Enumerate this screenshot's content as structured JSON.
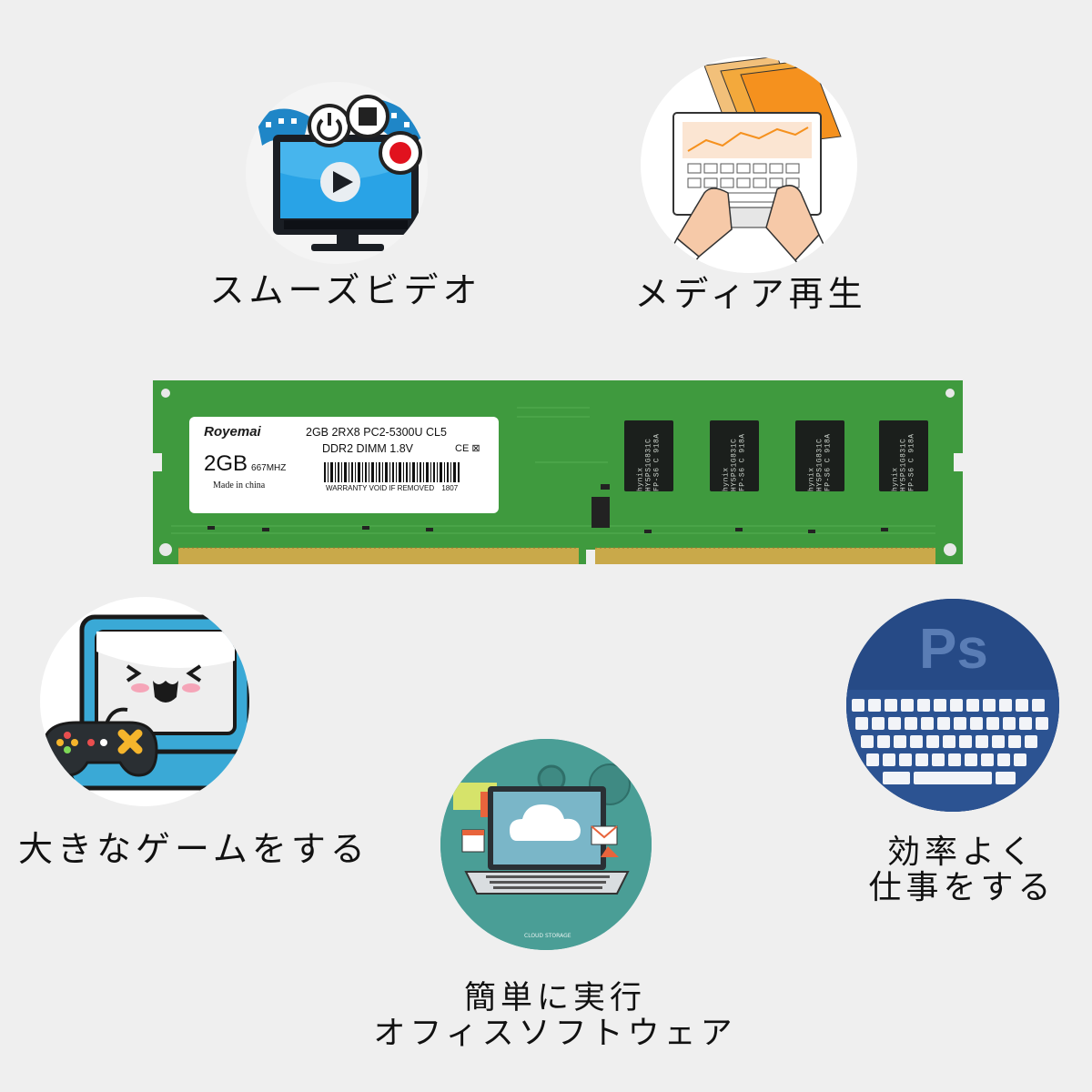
{
  "features": {
    "smooth_video": {
      "caption": "スムーズビデオ",
      "icon": "video-player-icon"
    },
    "media_playback": {
      "caption": "メディア再生",
      "icon": "laptop-typing-icon"
    },
    "big_games": {
      "caption": "大きなゲームをする",
      "icon": "game-console-icon"
    },
    "efficient_work": {
      "caption_line1": "効率よく",
      "caption_line2": "仕事をする",
      "icon": "photoshop-keyboard-icon"
    },
    "office_software": {
      "caption_line1": "簡単に実行",
      "caption_line2": "オフィスソフトウェア",
      "icon": "cloud-laptop-icon",
      "cloud_label": "CLOUD STORAGE"
    }
  },
  "ram_label": {
    "brand": "Royemai",
    "spec_line1": "2GB 2RX8 PC2-5300U CL5",
    "spec_line2": "DDR2 DIMM 1.8V",
    "certs": "CE ⊠",
    "capacity": "2GB",
    "speed": "667MHZ",
    "origin": "Made in china",
    "warranty": "WARRANTY VOID IF REMOVED",
    "batch": "1807"
  },
  "ram_chips": {
    "marking": "hynix HY5PS1G831C FP-S6 C 918A"
  },
  "colors": {
    "pcb_green": "#3f9a3e",
    "gold_contacts": "#c9a94a",
    "caption_text": "#111111"
  }
}
